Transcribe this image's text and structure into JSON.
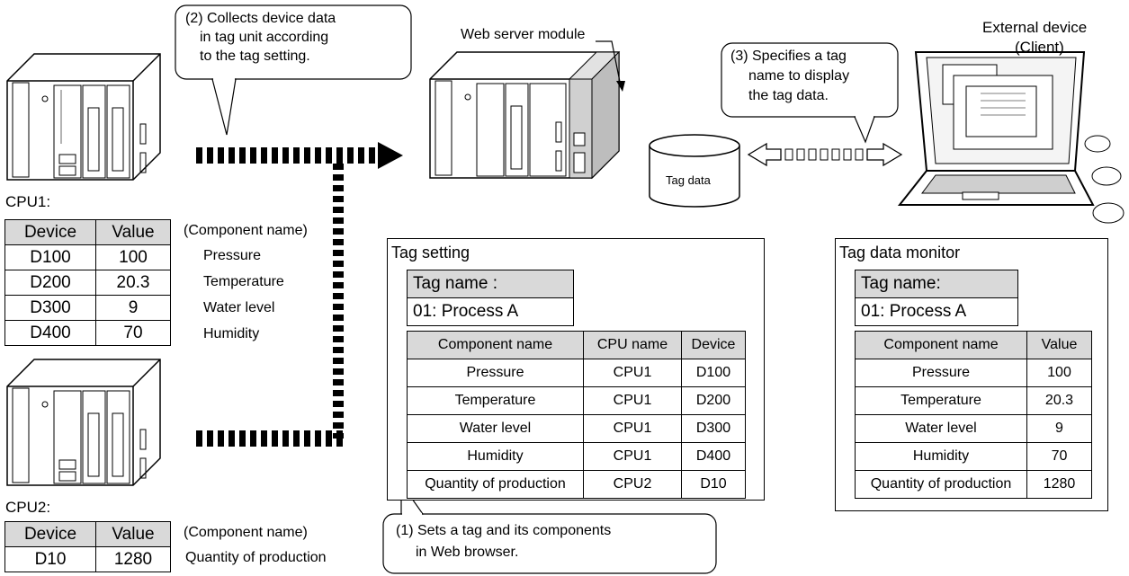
{
  "callouts": {
    "collects": [
      "(2) Collects device data",
      "in tag unit according",
      "to the tag setting."
    ],
    "specifies": [
      "(3) Specifies a tag",
      "name to display",
      "the tag data."
    ],
    "sets": [
      "(1) Sets a tag and its components",
      "in Web browser."
    ]
  },
  "labels": {
    "web_server_module": "Web server module",
    "external_device": "External device",
    "client": "(Client)",
    "tag_data": "Tag data",
    "cpu1": "CPU1:",
    "cpu2": "CPU2:",
    "component_name_hdr1": "(Component name)",
    "component_name_hdr2": "(Component name)"
  },
  "cpu1_table": {
    "headers": [
      "Device",
      "Value"
    ],
    "rows": [
      [
        "D100",
        "100"
      ],
      [
        "D200",
        "20.3"
      ],
      [
        "D300",
        "9"
      ],
      [
        "D400",
        "70"
      ]
    ],
    "component_names": [
      "Pressure",
      "Temperature",
      "Water level",
      "Humidity"
    ]
  },
  "cpu2_table": {
    "headers": [
      "Device",
      "Value"
    ],
    "rows": [
      [
        "D10",
        "1280"
      ]
    ],
    "component_names": [
      "Quantity of production"
    ]
  },
  "tag_setting": {
    "title": "Tag setting",
    "tag_name_label": "Tag name :",
    "tag_name_value": "01: Process A",
    "headers": [
      "Component name",
      "CPU name",
      "Device"
    ],
    "rows": [
      [
        "Pressure",
        "CPU1",
        "D100"
      ],
      [
        "Temperature",
        "CPU1",
        "D200"
      ],
      [
        "Water level",
        "CPU1",
        "D300"
      ],
      [
        "Humidity",
        "CPU1",
        "D400"
      ],
      [
        "Quantity of production",
        "CPU2",
        "D10"
      ]
    ]
  },
  "tag_monitor": {
    "title": "Tag data monitor",
    "tag_name_label": "Tag name:",
    "tag_name_value": "01: Process A",
    "headers": [
      "Component name",
      "Value"
    ],
    "rows": [
      [
        "Pressure",
        "100"
      ],
      [
        "Temperature",
        "20.3"
      ],
      [
        "Water level",
        "9"
      ],
      [
        "Humidity",
        "70"
      ],
      [
        "Quantity of production",
        "1280"
      ]
    ]
  }
}
